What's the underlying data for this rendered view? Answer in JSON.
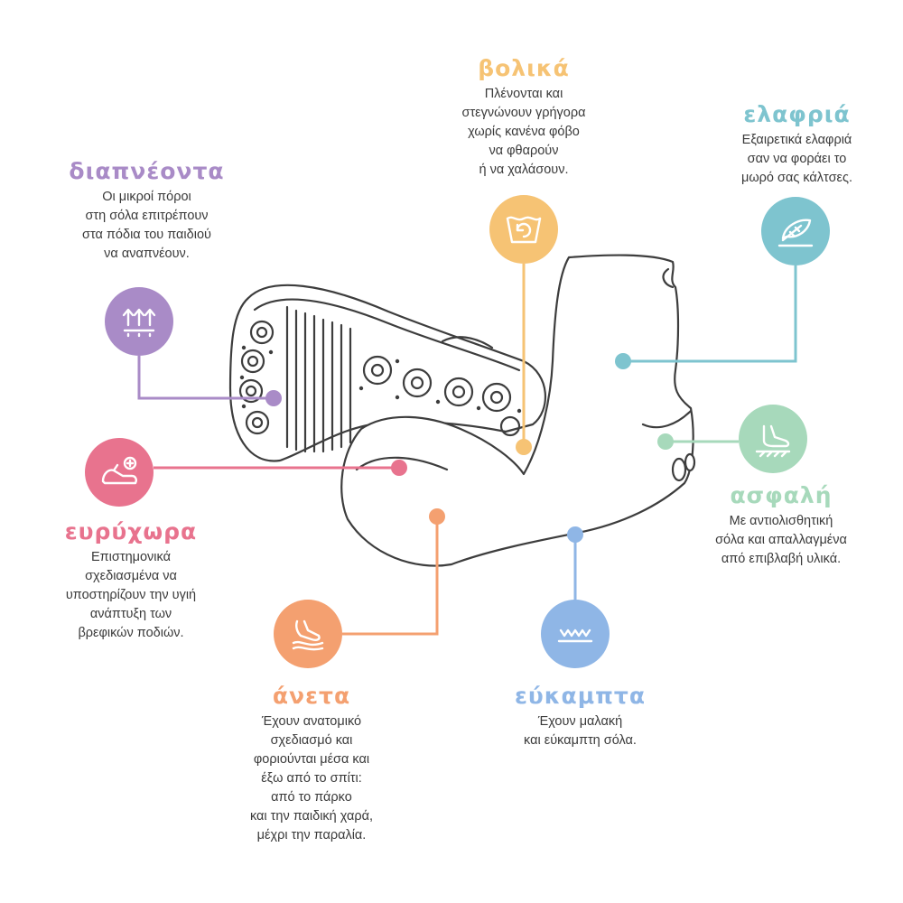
{
  "colors": {
    "outline": "#3d3d3d",
    "purple": "#a98bc7",
    "yellow": "#f6c374",
    "teal": "#7ec4cf",
    "pink": "#e8738e",
    "mint": "#a7d9bb",
    "orange": "#f4a070",
    "blue": "#8fb6e6"
  },
  "features": [
    {
      "id": "breathable",
      "title": "διαπνέοντα",
      "desc": "Οι μικροί πόροι\nστη σόλα επιτρέπουν\nστα πόδια του παιδιού\nνα αναπνέουν.",
      "color": "purple",
      "icon": "arrows-up-icon"
    },
    {
      "id": "washable",
      "title": "βολικά",
      "desc": "Πλένονται και\nστεγνώνουν γρήγορα\nχωρίς κανένα φόβο\nνα φθαρούν\nή να χαλάσουν.",
      "color": "yellow",
      "icon": "wash-icon"
    },
    {
      "id": "light",
      "title": "ελαφριά",
      "desc": "Εξαιρετικά ελαφριά\nσαν να φοράει το\nμωρό σας κάλτσες.",
      "color": "teal",
      "icon": "feather-icon"
    },
    {
      "id": "roomy",
      "title": "ευρύχωρα",
      "desc": "Επιστημονικά\nσχεδιασμένα να\nυποστηρίζουν την υγιή\nανάπτυξη των\nβρεφικών ποδιών.",
      "color": "pink",
      "icon": "foot-shoe-icon"
    },
    {
      "id": "safe",
      "title": "ασφαλή",
      "desc": "Με αντιολισθητική\nσόλα και απαλλαγμένα\nαπό επιβλαβή υλικά.",
      "color": "mint",
      "icon": "foot-ground-icon"
    },
    {
      "id": "comfortable",
      "title": "άνετα",
      "desc": "Έχουν ανατομικό\nσχεδιασμό και\nφοριούνται μέσα και\nέξω από το σπίτι:\nαπό το πάρκο\nκαι την παιδική χαρά,\nμέχρι την παραλία.",
      "color": "orange",
      "icon": "foot-cushion-icon"
    },
    {
      "id": "flexible",
      "title": "εύκαμπτα",
      "desc": "Έχουν μαλακή\nκαι εύκαμπτη σόλα.",
      "color": "blue",
      "icon": "wave-sole-icon"
    }
  ]
}
